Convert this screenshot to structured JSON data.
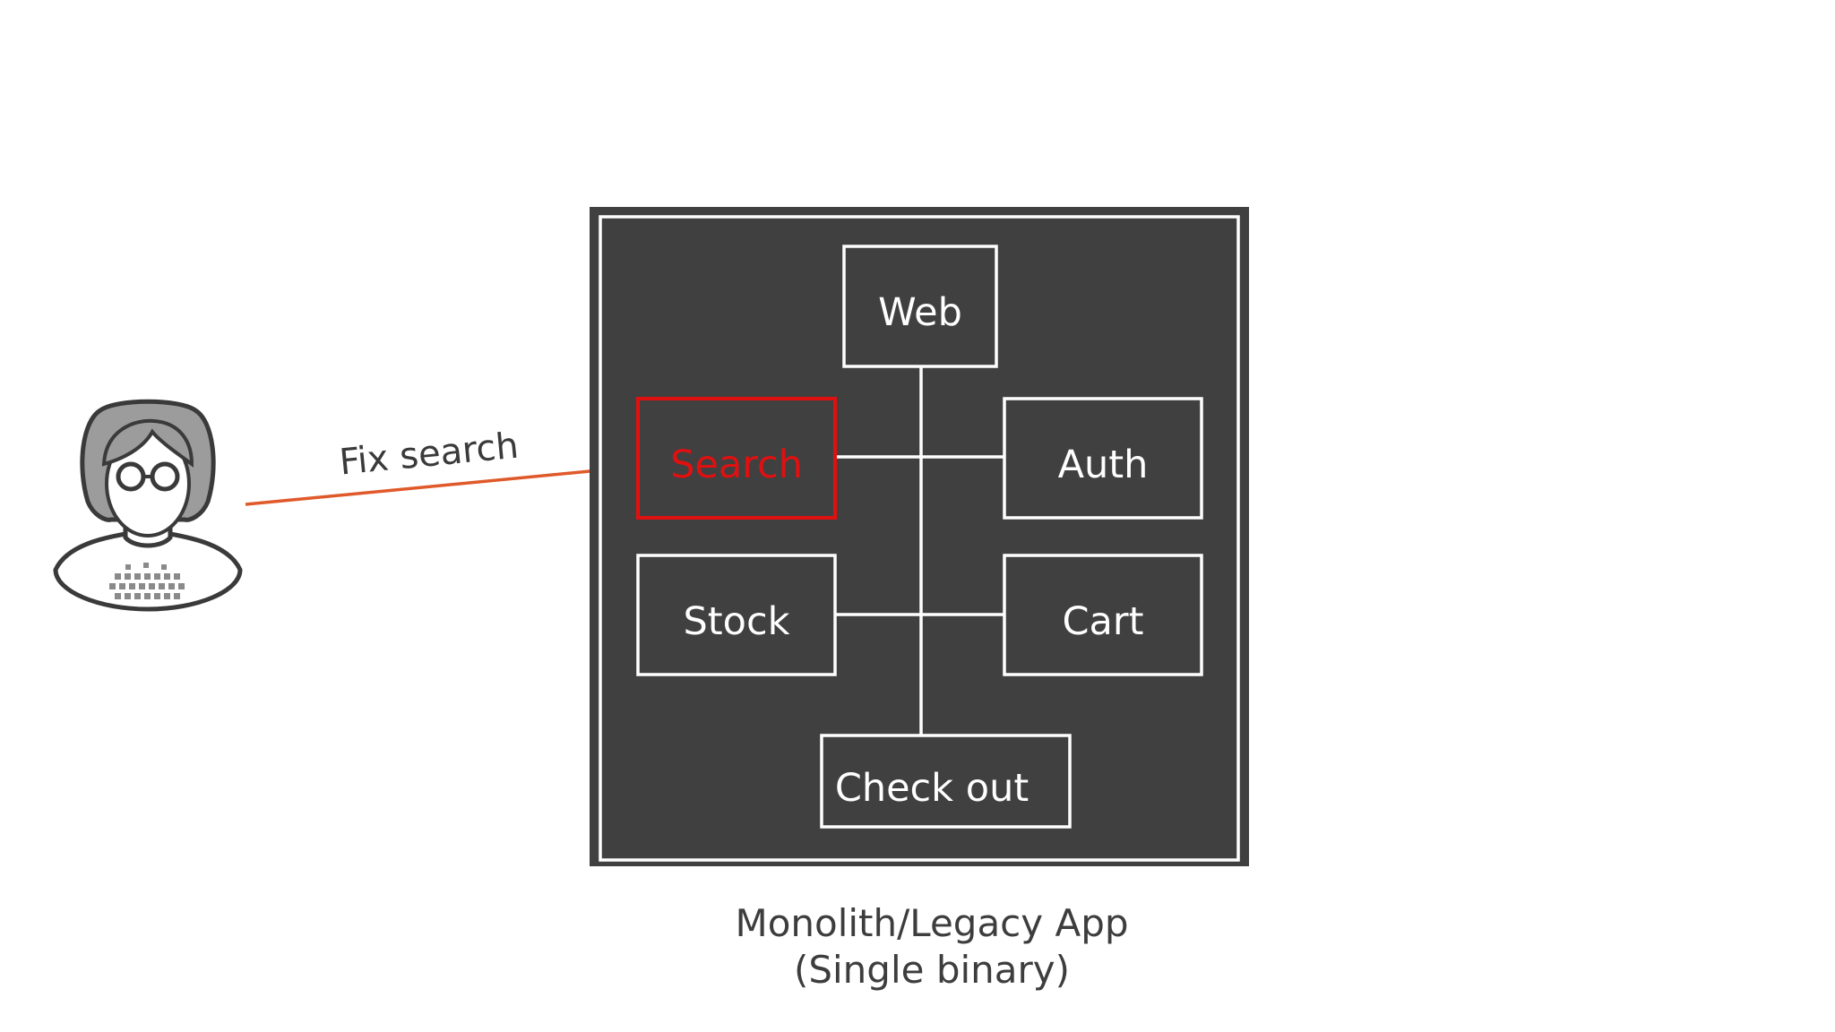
{
  "diagram": {
    "app_caption": {
      "line1": "Monolith/Legacy App",
      "line2": "(Single binary)"
    },
    "user": {
      "icon": "developer-person-icon",
      "action_label": "Fix search"
    },
    "components": [
      {
        "id": "web",
        "label": "Web",
        "highlighted": false
      },
      {
        "id": "search",
        "label": "Search",
        "highlighted": true
      },
      {
        "id": "auth",
        "label": "Auth",
        "highlighted": false
      },
      {
        "id": "stock",
        "label": "Stock",
        "highlighted": false
      },
      {
        "id": "cart",
        "label": "Cart",
        "highlighted": false
      },
      {
        "id": "checkout",
        "label": "Check out",
        "highlighted": false
      }
    ],
    "colors": {
      "container": "#404041",
      "line": "#ffffff",
      "highlight": "#e01010",
      "arrow": "#e0592a",
      "text_dark": "#3d3d3d"
    }
  }
}
